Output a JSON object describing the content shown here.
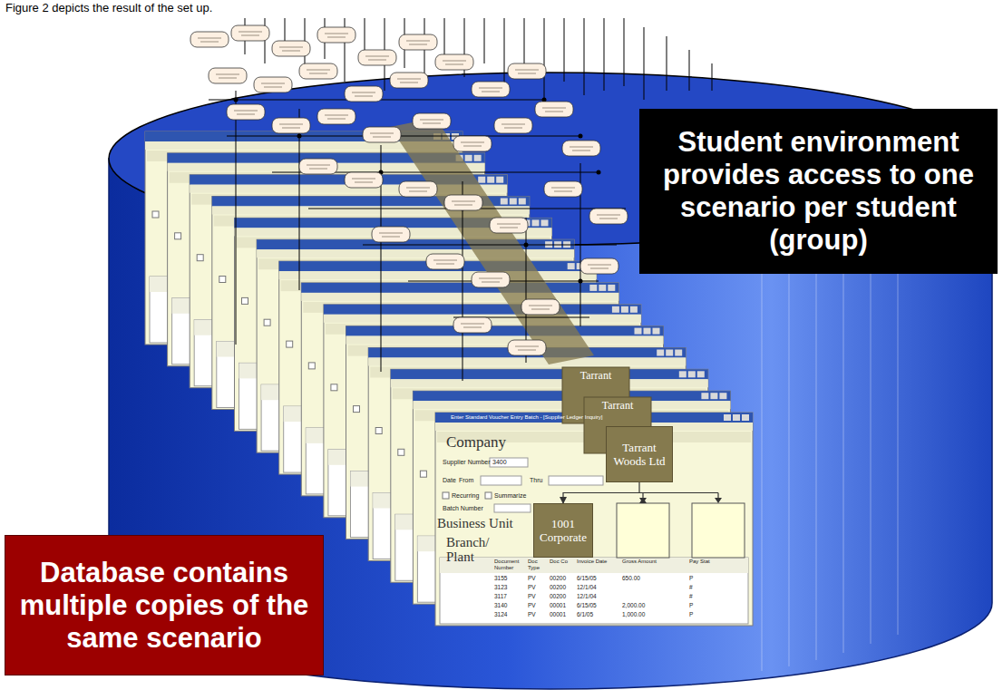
{
  "diagram": {
    "title": "Figure 2 depicts the result of the set up.",
    "nodes": [
      {
        "text": [
          "Student environment provides access to one scenario per student (group)"
        ]
      },
      {
        "text": [
          "Database contains multiple copies of the same scenario"
        ]
      },
      {
        "text": [
          "Tarrant Woods Ltd"
        ]
      },
      {
        "text": [
          "1001 Corporate"
        ]
      }
    ],
    "edges": [
      {
        "from": 2,
        "to": 3,
        "arrow": "to"
      }
    ],
    "labels": [
      "Company",
      "Enter Standard Voucher Entry Batch - [Supplier Ledger Inquiry]",
      "Supplier Number",
      "3400",
      "Date",
      "From",
      "Thru",
      "Recurring",
      "Summarize",
      "Batch Number",
      "Business Unit",
      "Branch/ Plant",
      "Tarrant",
      "Tarrant",
      "Document Number",
      "Doc Type",
      "Doc Co",
      "Invoice Date",
      "Gross Amount",
      "Pay Stat",
      "3155",
      "PV",
      "00200",
      "6/15/05",
      "650.00",
      "P",
      "3123",
      "PV",
      "00200",
      "12/1/04",
      "#",
      "3117",
      "PV",
      "00200",
      "12/1/04",
      "#",
      "3140",
      "PV",
      "00001",
      "6/15/05",
      "2,000.00",
      "P",
      "3124",
      "PV",
      "00001",
      "6/1/05",
      "1,000.00",
      "P"
    ]
  }
}
